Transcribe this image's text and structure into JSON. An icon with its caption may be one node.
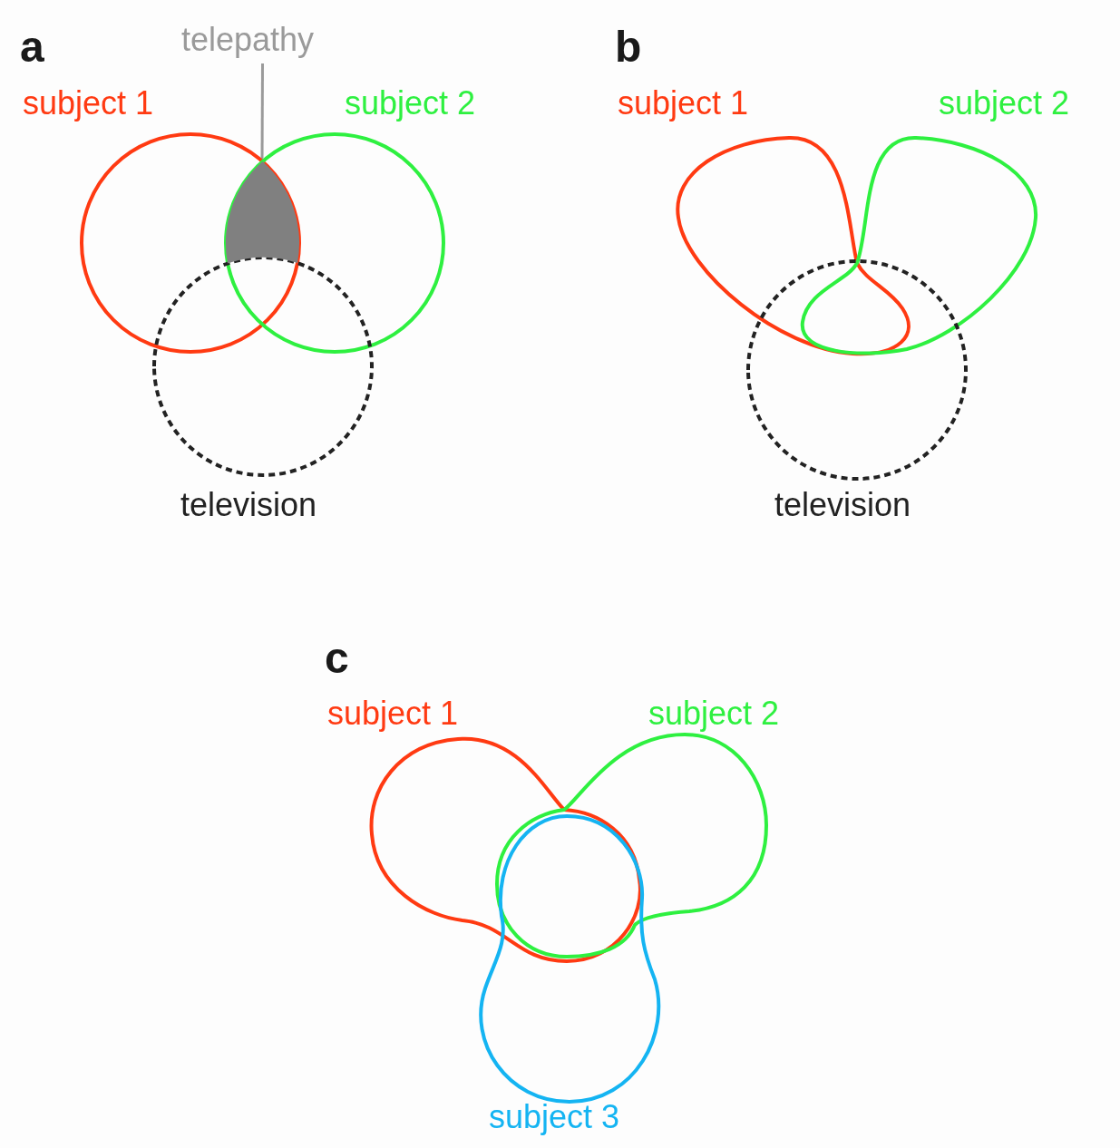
{
  "diagram": {
    "nodes": [
      {
        "text": [
          "subject 1"
        ]
      },
      {
        "text": [
          "subject 2"
        ]
      },
      {
        "text": [
          "television"
        ]
      },
      {
        "text": [
          "telepathy"
        ]
      },
      {
        "text": [],
        "shape": "lens"
      },
      {
        "text": [
          "subject 1"
        ]
      },
      {
        "text": [
          "subject 2"
        ]
      },
      {
        "text": [
          "television"
        ]
      },
      {
        "text": [
          "subject 1"
        ]
      },
      {
        "text": [
          "subject 2"
        ]
      },
      {
        "text": [
          "subject 3"
        ]
      }
    ],
    "edges": [
      {
        "from": 3,
        "to": 4,
        "arrow": "none"
      }
    ],
    "labels": [
      "a",
      "b",
      "c"
    ]
  }
}
